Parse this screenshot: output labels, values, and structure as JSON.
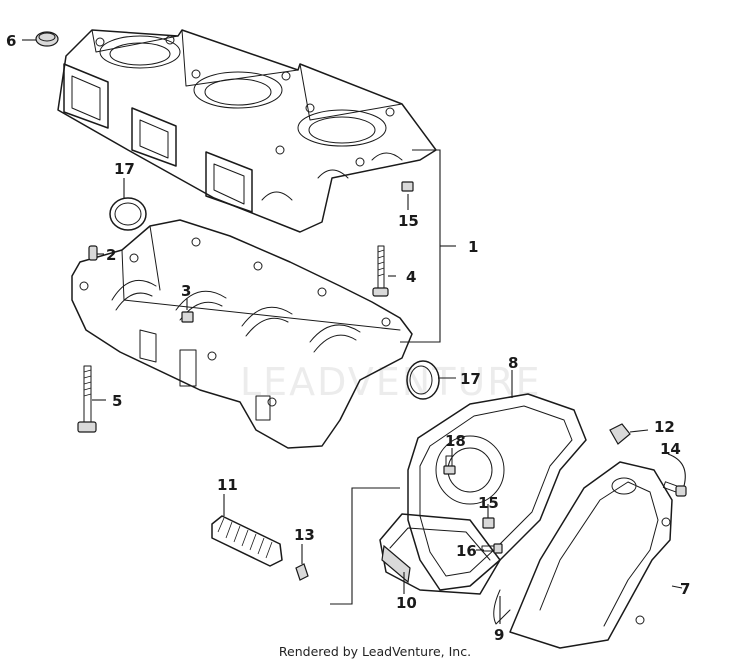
{
  "diagram": {
    "callouts": [
      "1",
      "2",
      "3",
      "4",
      "5",
      "6",
      "7",
      "8",
      "9",
      "10",
      "11",
      "12",
      "13",
      "14",
      "15",
      "15",
      "16",
      "17",
      "17",
      "18"
    ],
    "watermark_text": "LEADVENTURE",
    "credit": "Rendered by LeadVenture, Inc."
  }
}
